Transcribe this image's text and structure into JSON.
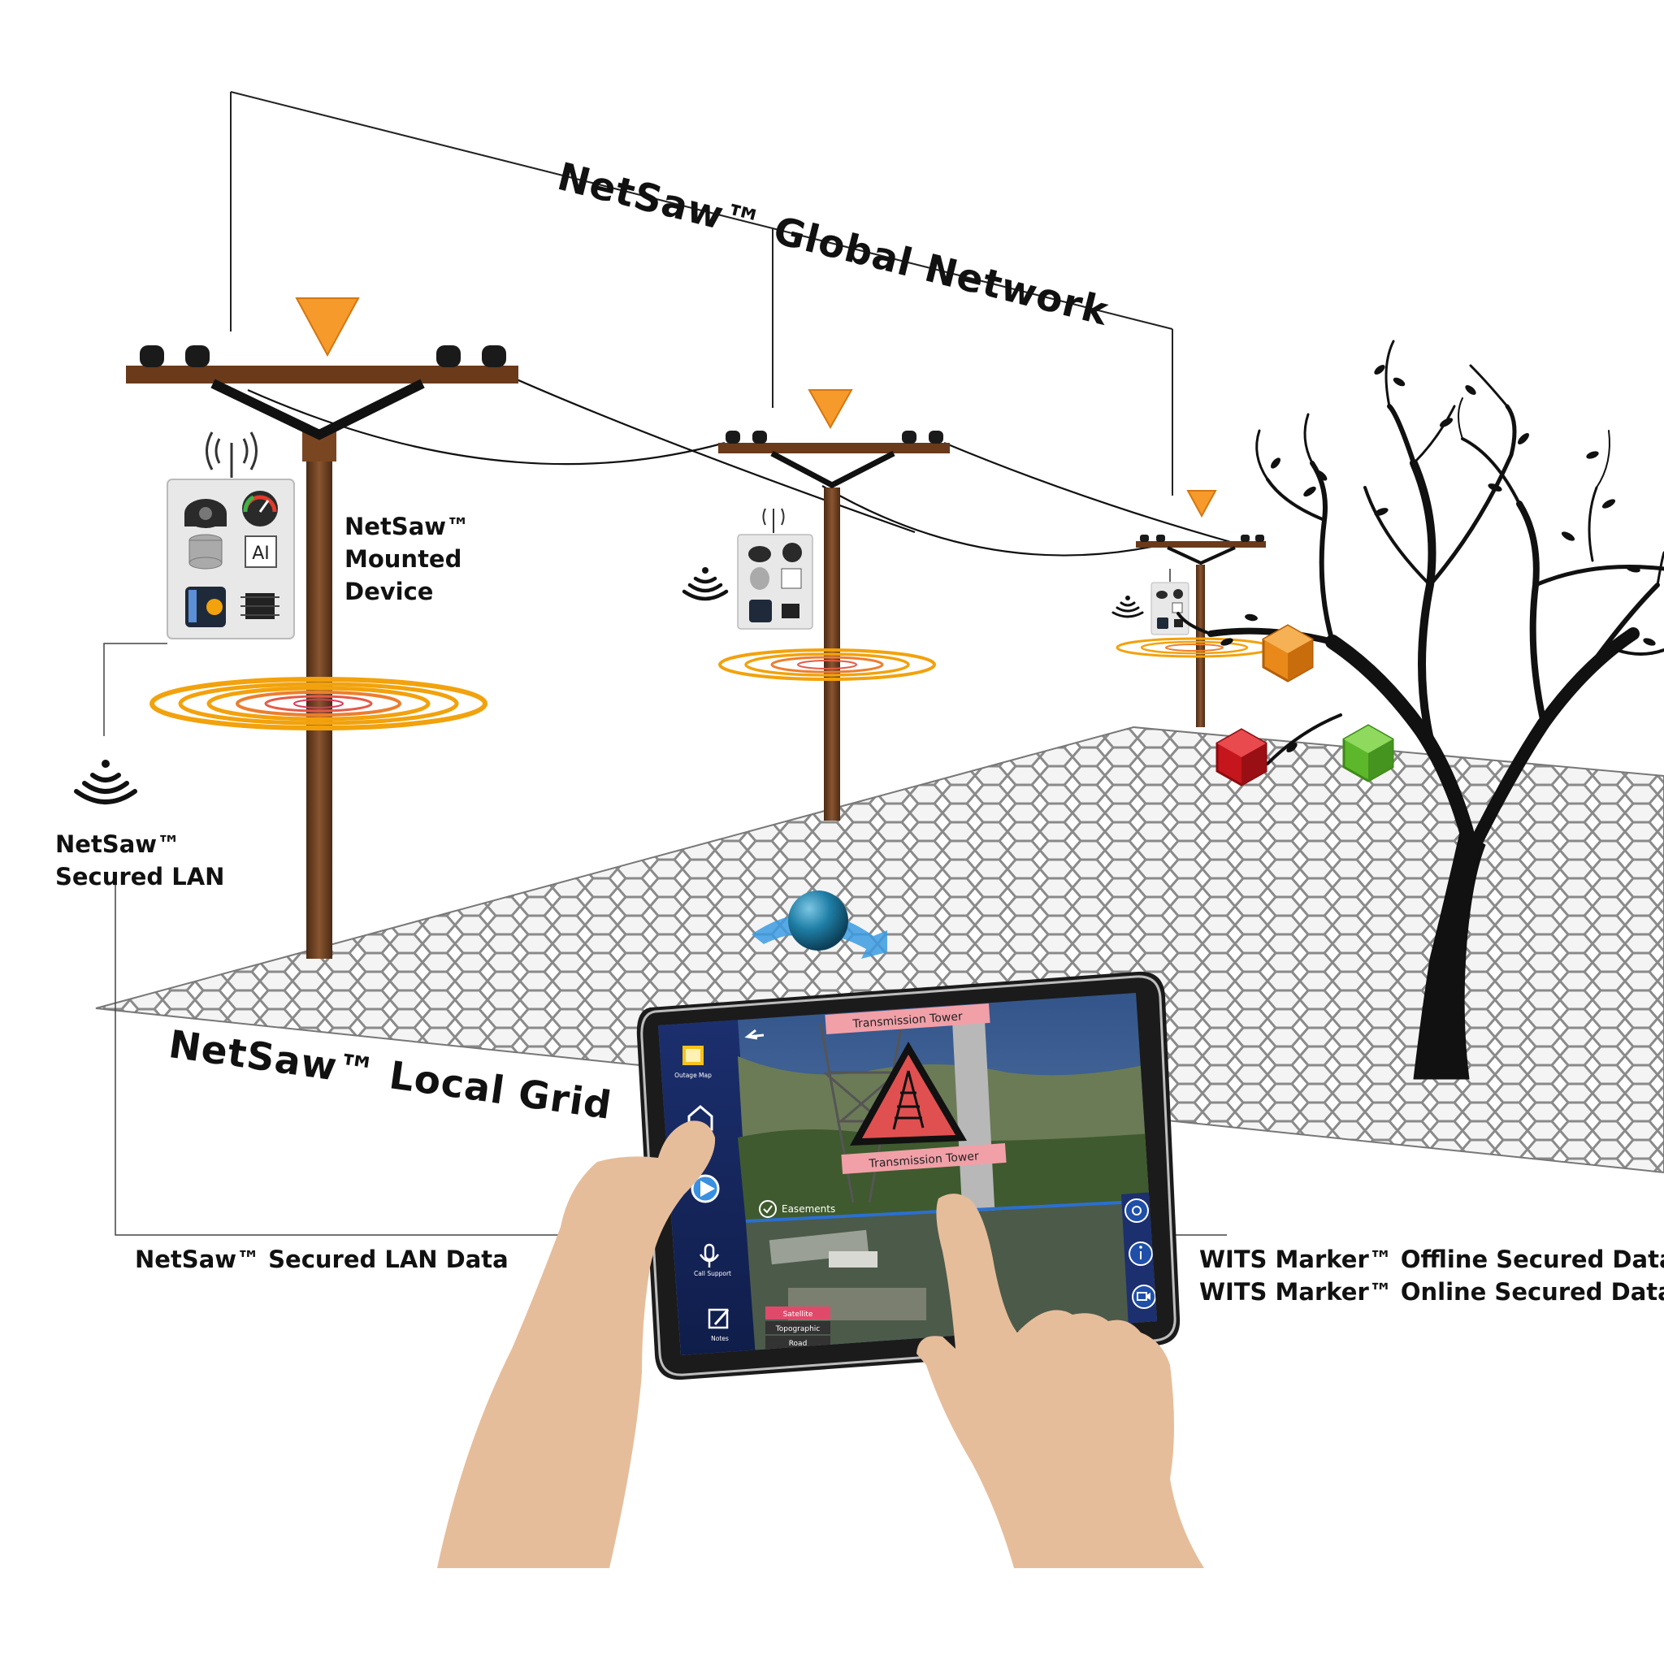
{
  "labels": {
    "global_network": "NetSaw™ Global Network",
    "local_grid": "NetSaw™ Local Grid",
    "mounted_device_line1": "NetSaw™",
    "mounted_device_line2": "Mounted",
    "mounted_device_line3": "Device",
    "secured_lan_line1": "NetSaw™",
    "secured_lan_line2": "Secured LAN",
    "secured_lan_data": "NetSaw™ Secured LAN Data",
    "wits_offline": "WITS Marker™ Offline Secured Data",
    "wits_online": "WITS Marker™ Online Secured Data"
  },
  "device_panel": {
    "ai_chip": "AI"
  },
  "tablet_app": {
    "sidebar": {
      "outage_map": "Outage Map",
      "call_support": "Call Support",
      "notes": "Notes"
    },
    "ar_tag_top": "Transmission Tower",
    "ar_tag_bottom": "Transmission Tower",
    "easements": "Easements",
    "map_layers": [
      "Satellite",
      "Topographic",
      "Road"
    ]
  },
  "markers": {
    "colors": [
      "#e8891a",
      "#c4161c",
      "#5cb82a"
    ],
    "pole_marker_color": "#f59a2b",
    "waves_color": "#f2a20c",
    "orb_color": "#1f7ea6",
    "arrow_color": "#3a9be0"
  }
}
